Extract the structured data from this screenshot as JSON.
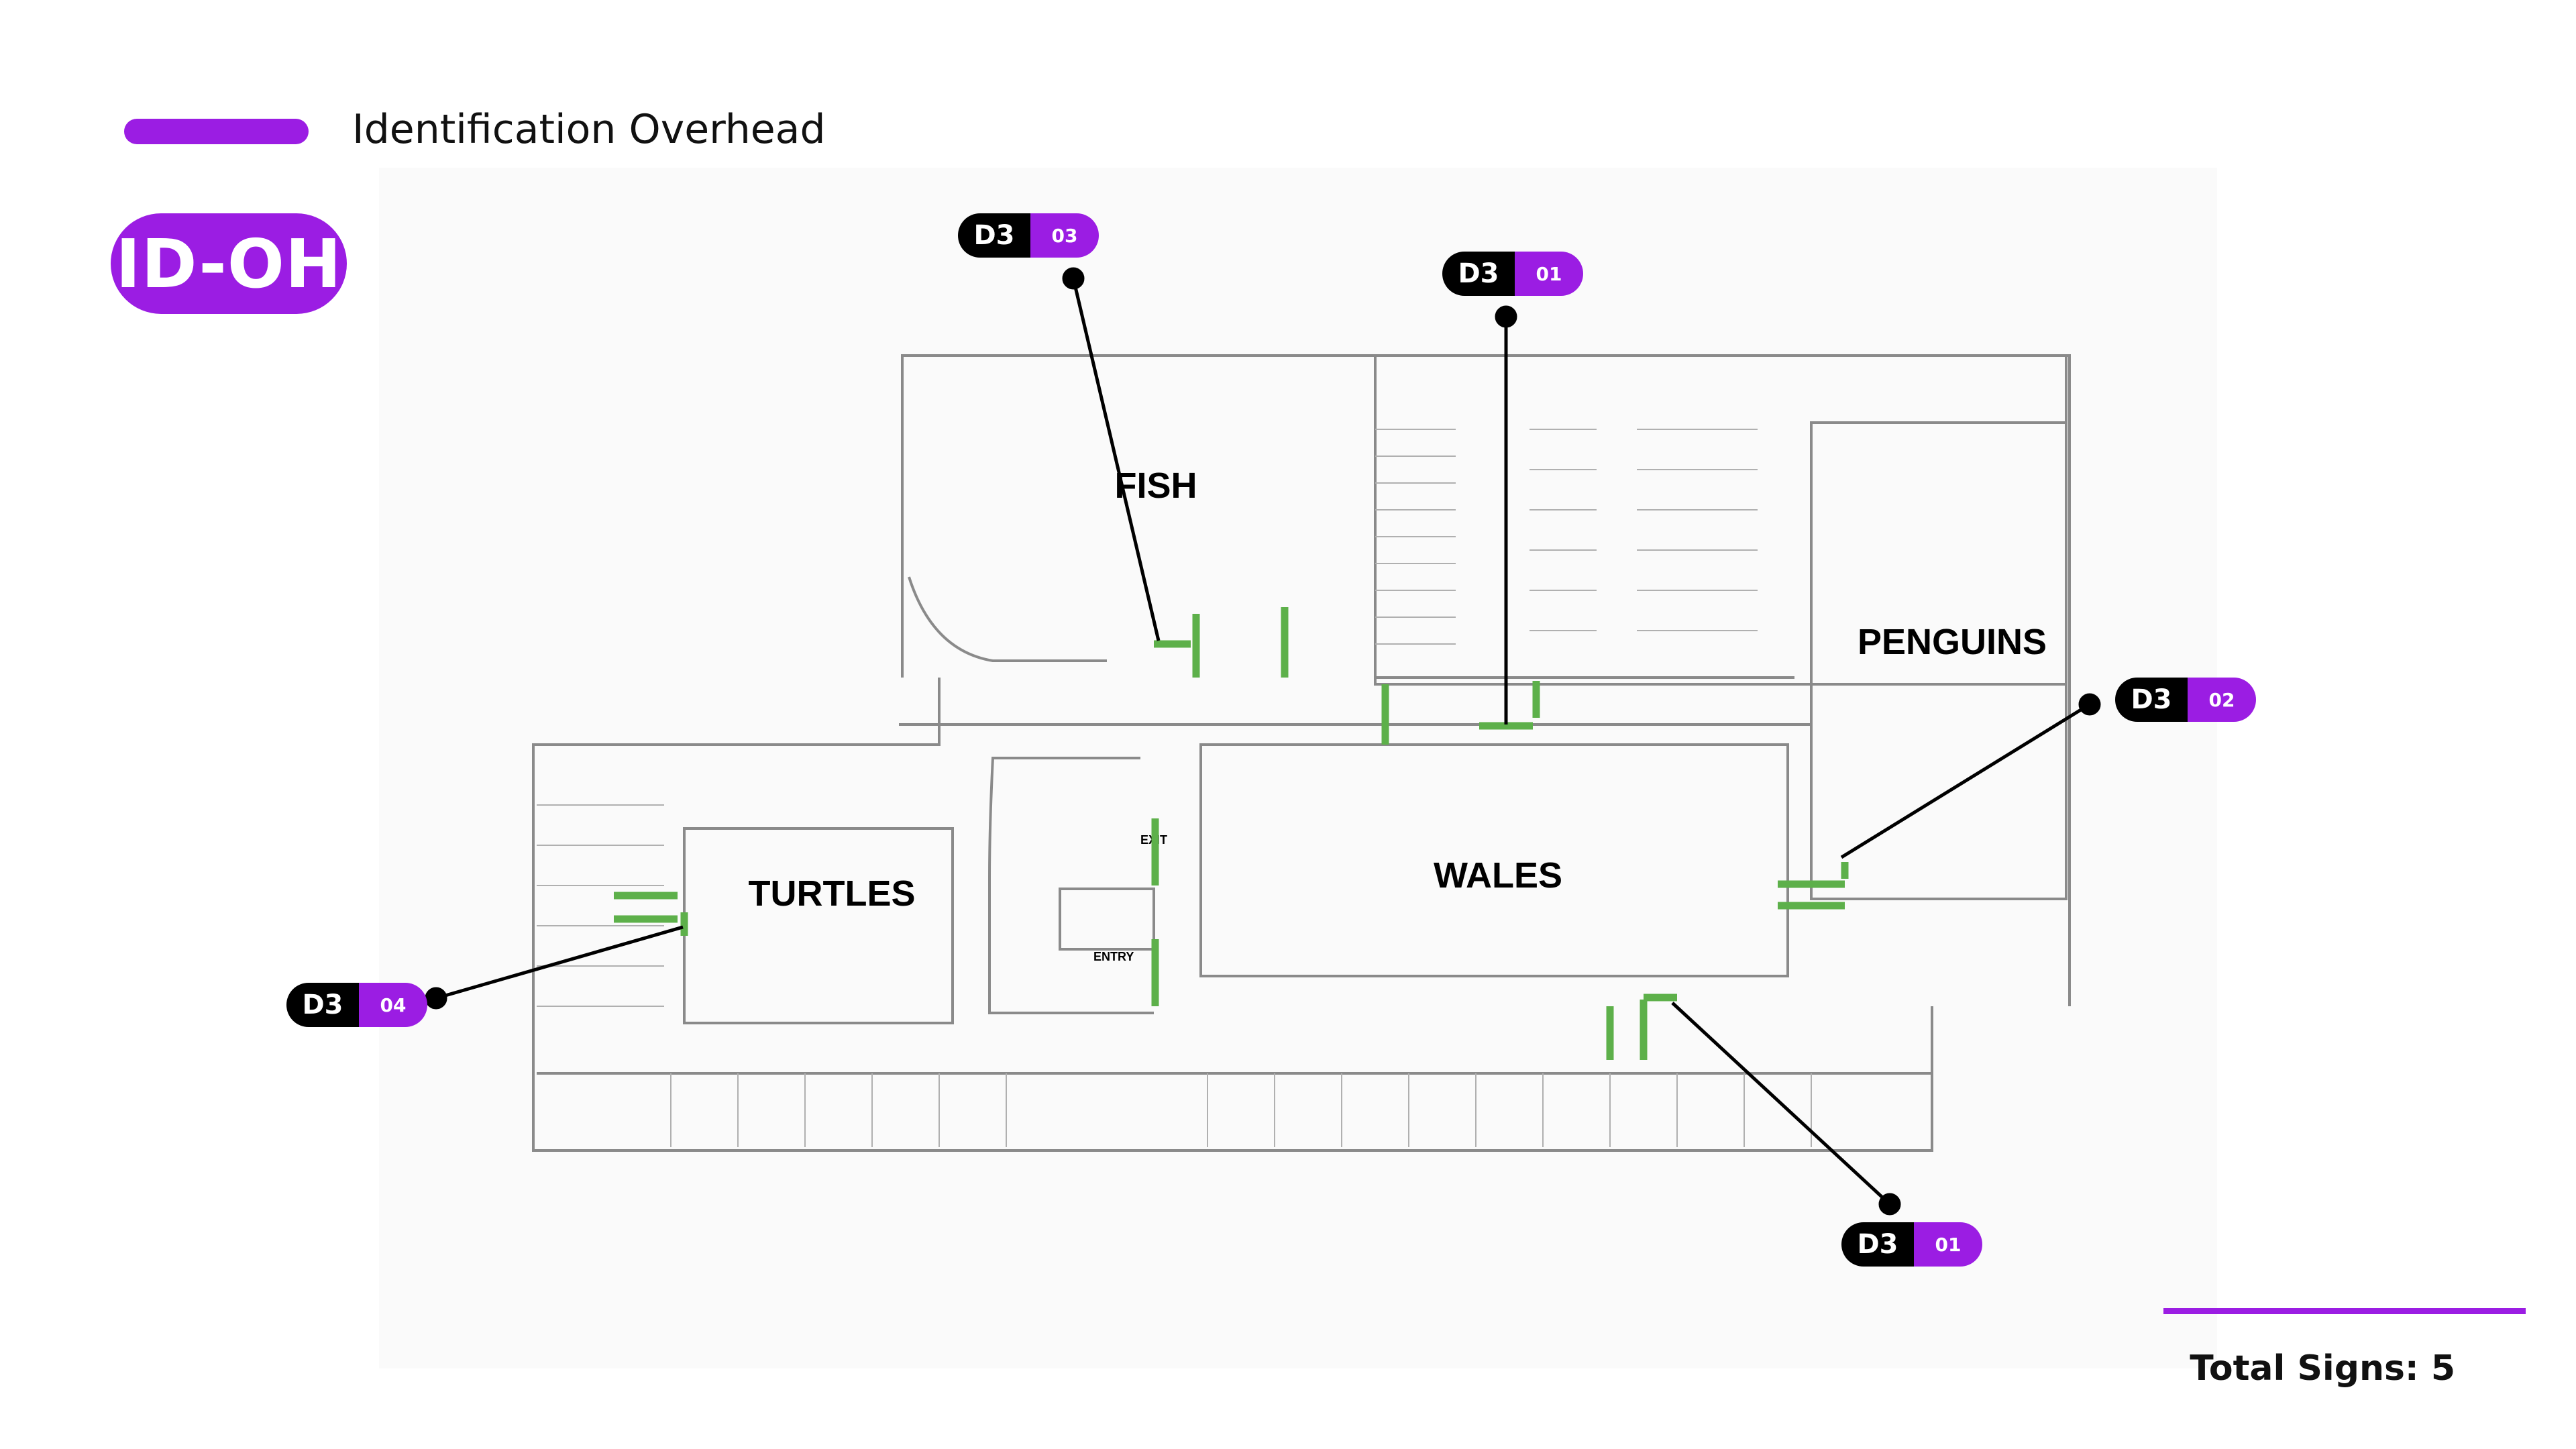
{
  "legend": {
    "label": "Identification Overhead",
    "color": "#9b1de3"
  },
  "sign_code": "ID-OH",
  "areas": [
    "FISH",
    "PENGUINS",
    "TURTLES",
    "WALES"
  ],
  "plan_text": {
    "exit": "EXIT",
    "entry": "ENTRY"
  },
  "callouts": [
    {
      "type": "D3",
      "number": "03"
    },
    {
      "type": "D3",
      "number": "01"
    },
    {
      "type": "D3",
      "number": "02"
    },
    {
      "type": "D3",
      "number": "04"
    },
    {
      "type": "D3",
      "number": "01"
    }
  ],
  "total": "Total Signs: 5",
  "colors": {
    "accent": "#9b1de3",
    "sign_marker": "#5db04a",
    "leader": "#000000"
  }
}
